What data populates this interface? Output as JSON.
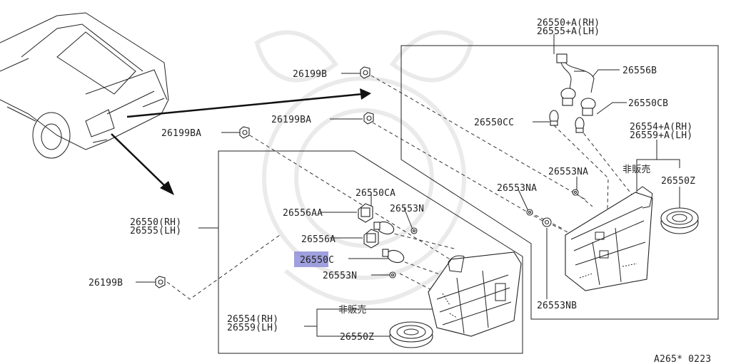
{
  "labels": {
    "p26550a_rh": "26550+A(RH)",
    "p26555a_lh": "26555+A(LH)",
    "p26199b_top": "26199B",
    "p26556b": "26556B",
    "p26199ba_mid": "26199BA",
    "p26550cb": "26550CB",
    "p26550cc": "26550CC",
    "p26554a_rh": "26554+A(RH)",
    "p26559a_lh": "26559+A(LH)",
    "not_for_sale_1": "非販売",
    "p26199ba_left": "26199BA",
    "p26553na_1": "26553NA",
    "p26550z_right": "26550Z",
    "p26553na_2": "26553NA",
    "p26550ca": "26550CA",
    "p26556aa": "26556AA",
    "p26553n_1": "26553N",
    "p26550_rh": "26550(RH)",
    "p26555_lh": "26555(LH)",
    "p26556a": "26556A",
    "p26550c": "26550C",
    "p26553n_2": "26553N",
    "p26199b_left": "26199B",
    "p26553nb": "26553NB",
    "p26554_rh": "26554(RH)",
    "p26559_lh": "26559(LH)",
    "not_for_sale_2": "非販売",
    "p26550z_bottom": "26550Z",
    "diagram_code": "A265* 0223"
  },
  "colors": {
    "highlight": "#8f8fd8",
    "line": "#222222"
  }
}
